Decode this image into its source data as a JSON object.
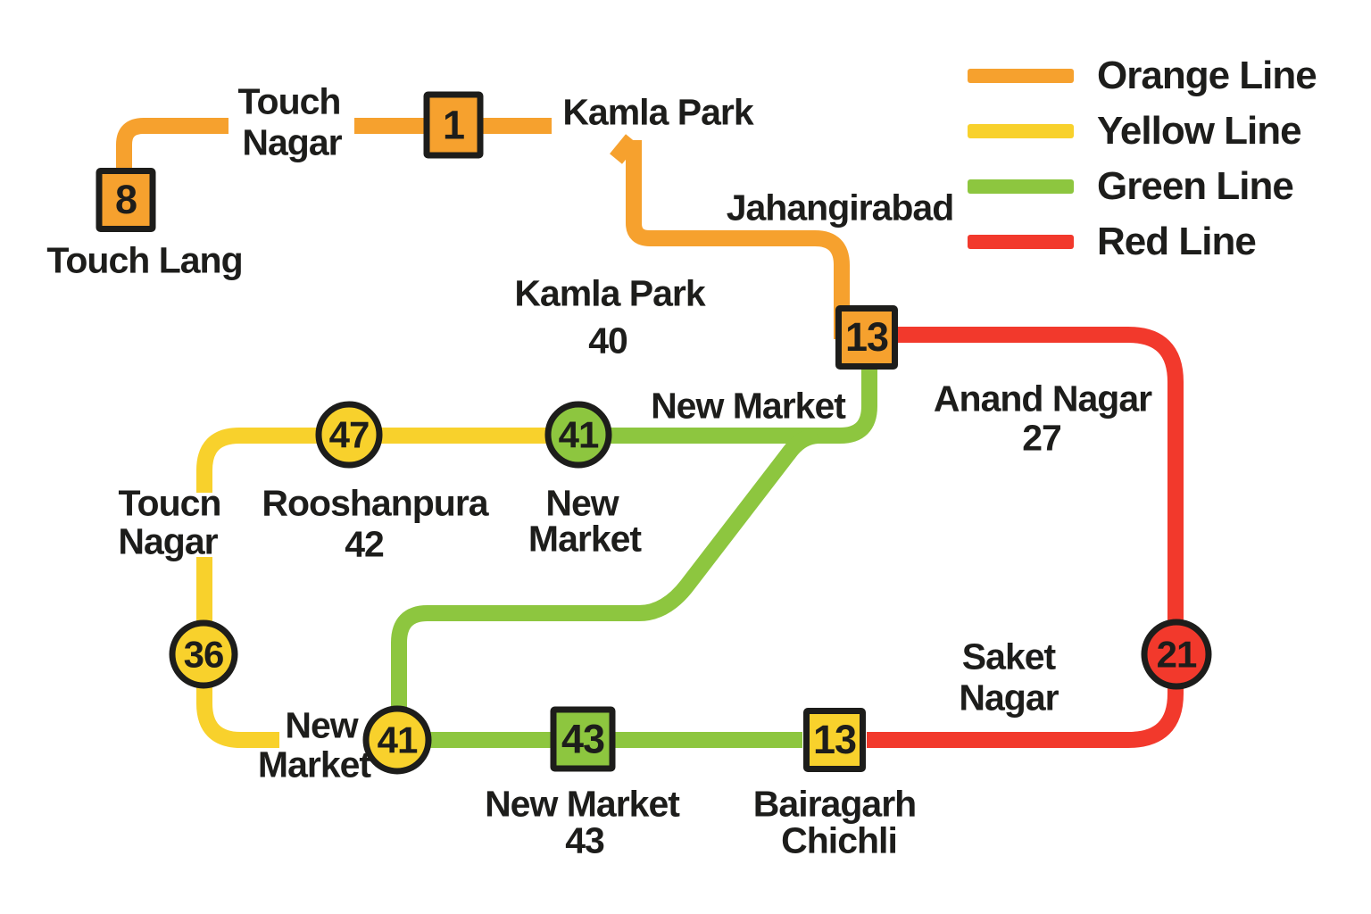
{
  "colors": {
    "orange": "#F6A12E",
    "yellow": "#F8D12C",
    "green": "#8DC63F",
    "red": "#F2392C",
    "dark": "#1D1D1B",
    "background": "#FFFFFF"
  },
  "legend": {
    "items": [
      {
        "label": "Orange Line",
        "color": "#F6A12E"
      },
      {
        "label": "Yellow Line",
        "color": "#F8D12C"
      },
      {
        "label": "Green Line",
        "color": "#8DC63F"
      },
      {
        "label": "Red Line",
        "color": "#F2392C"
      }
    ]
  },
  "stations": {
    "touch_lang": {
      "number": "8",
      "line": "orange"
    },
    "touch_nagar": {
      "number": "1",
      "line": "orange"
    },
    "jahangirabad": {
      "number": "13",
      "line": "orange"
    },
    "rooshanpura": {
      "number": "47",
      "line": "yellow"
    },
    "new_market_upper": {
      "number": "41",
      "line": "green"
    },
    "toucn_nagar": {
      "number": "36",
      "line": "yellow"
    },
    "saket_nagar": {
      "number": "21",
      "line": "red"
    },
    "new_market_lower": {
      "number": "41",
      "line": "yellow"
    },
    "new_market_43": {
      "number": "43",
      "line": "green"
    },
    "bairagarh_chichli": {
      "number": "13",
      "line": "yellow"
    }
  },
  "labels": {
    "touch_nagar_top": {
      "line1": "Touch",
      "line2": "Nagar"
    },
    "kamla_park_top": {
      "line1": "Kamla Park"
    },
    "touch_lang": {
      "line1": "Touch Lang"
    },
    "jahangirabad": {
      "line1": "Jahangirabad"
    },
    "kamla_park_40": {
      "line1": "Kamla Park",
      "line2": "40"
    },
    "new_market_upper": {
      "line1": "New Market"
    },
    "anand_nagar": {
      "line1": "Anand Nagar",
      "line2": "27"
    },
    "rooshanpura": {
      "line1": "Rooshanpura",
      "line2": "42"
    },
    "toucn_nagar": {
      "line1": "Toucn",
      "line2": "Nagar"
    },
    "new_market_41": {
      "line1": "New",
      "line2": "Market"
    },
    "saket_nagar": {
      "line1": "Saket",
      "line2": "Nagar"
    },
    "new_market_lower_left": {
      "line1": "New",
      "line2": "Market"
    },
    "new_market_43": {
      "line1": "New Market",
      "line2": "43"
    },
    "bairagarh_chichli": {
      "line1": "Bairagarh",
      "line2": "Chichli"
    }
  }
}
